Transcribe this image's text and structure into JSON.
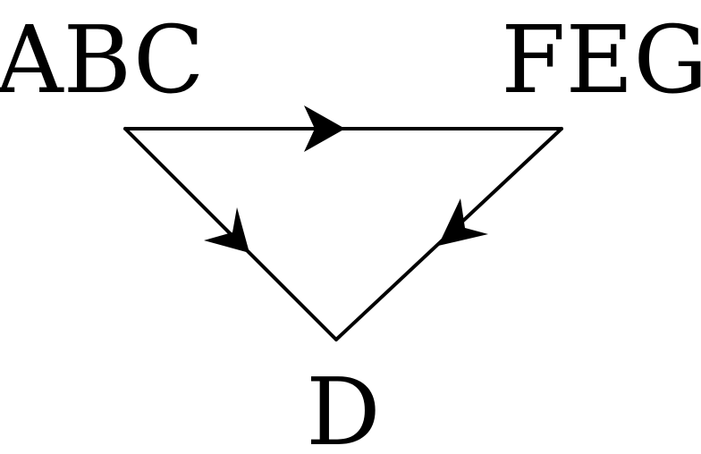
{
  "diagram": {
    "nodes": [
      {
        "id": "abc",
        "label": "ABC"
      },
      {
        "id": "feg",
        "label": "FEG"
      },
      {
        "id": "d",
        "label": "D"
      }
    ],
    "edges": [
      {
        "from": "abc",
        "to": "feg",
        "arrow": "forward"
      },
      {
        "from": "abc",
        "to": "d",
        "arrow": "forward"
      },
      {
        "from": "feg",
        "to": "d",
        "arrow": "forward"
      }
    ],
    "colors": {
      "line": "#000000",
      "text": "#000000",
      "background": "#ffffff"
    }
  }
}
